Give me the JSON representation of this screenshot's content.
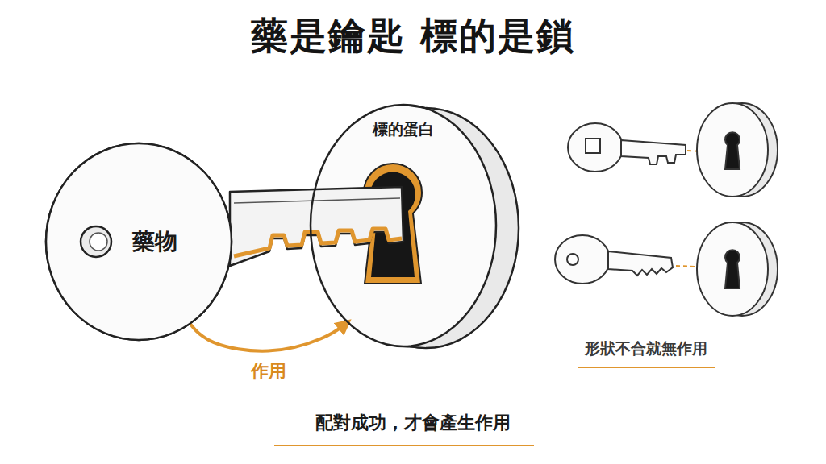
{
  "diagram": {
    "title": "藥是鑰匙 標的是鎖",
    "caption": "配對成功，才會產生作用",
    "nodes": [
      {
        "text": [
          "藥物"
        ]
      },
      {
        "text": [
          "標的蛋白"
        ]
      }
    ],
    "edges": [
      {
        "from": 0,
        "to": 1,
        "arrow": "to",
        "label": "作用"
      }
    ],
    "labels": [
      "形狀不合就無作用"
    ]
  }
}
